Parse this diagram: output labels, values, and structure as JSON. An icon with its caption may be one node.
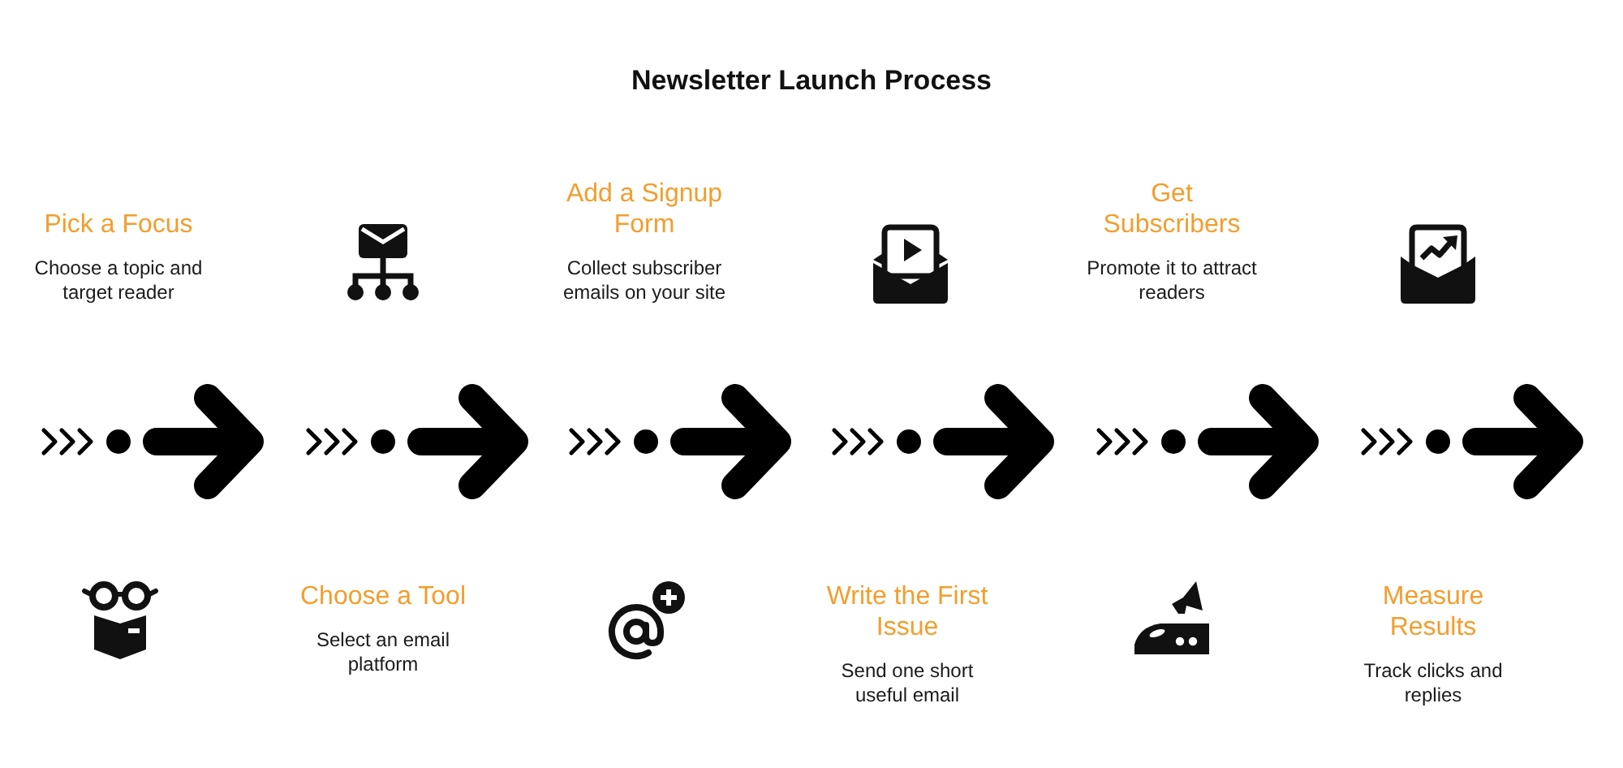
{
  "diagram": {
    "title": "Newsletter Launch Process",
    "nodes": [
      {
        "text": [
          "Pick a Focus",
          "Choose a topic and target reader"
        ]
      },
      {
        "text": [
          "Choose a Tool",
          "Select an email platform"
        ]
      },
      {
        "text": [
          "Add a Signup Form",
          "Collect subscriber emails on your site"
        ]
      },
      {
        "text": [
          "Write the First Issue",
          "Send one short useful email"
        ]
      },
      {
        "text": [
          "Get Subscribers",
          "Promote it to attract readers"
        ]
      },
      {
        "text": [
          "Measure Results",
          "Track clicks and replies"
        ]
      }
    ]
  }
}
